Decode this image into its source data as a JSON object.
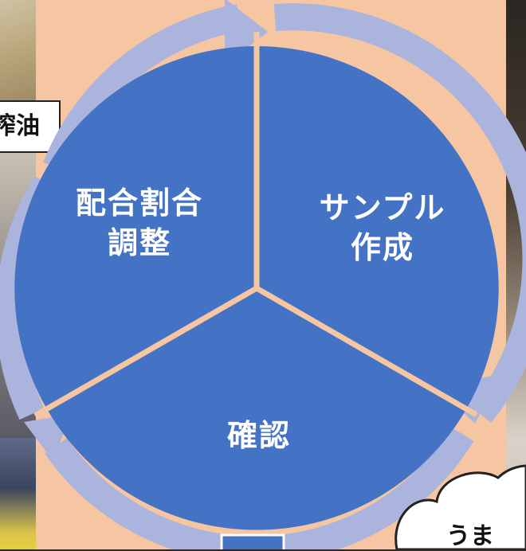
{
  "background_label": "搾油",
  "cycle": {
    "segments": [
      {
        "lines": [
          "配合割合",
          "調整"
        ]
      },
      {
        "lines": [
          "サンプル",
          "作成"
        ]
      },
      {
        "lines": [
          "確認"
        ]
      }
    ]
  },
  "cloud_text": "うま",
  "colors": {
    "segment_fill": "#4472c4",
    "ring_arrow": "#aab4dc",
    "backdrop": "#f5c6a1",
    "text": "#ffffff"
  }
}
